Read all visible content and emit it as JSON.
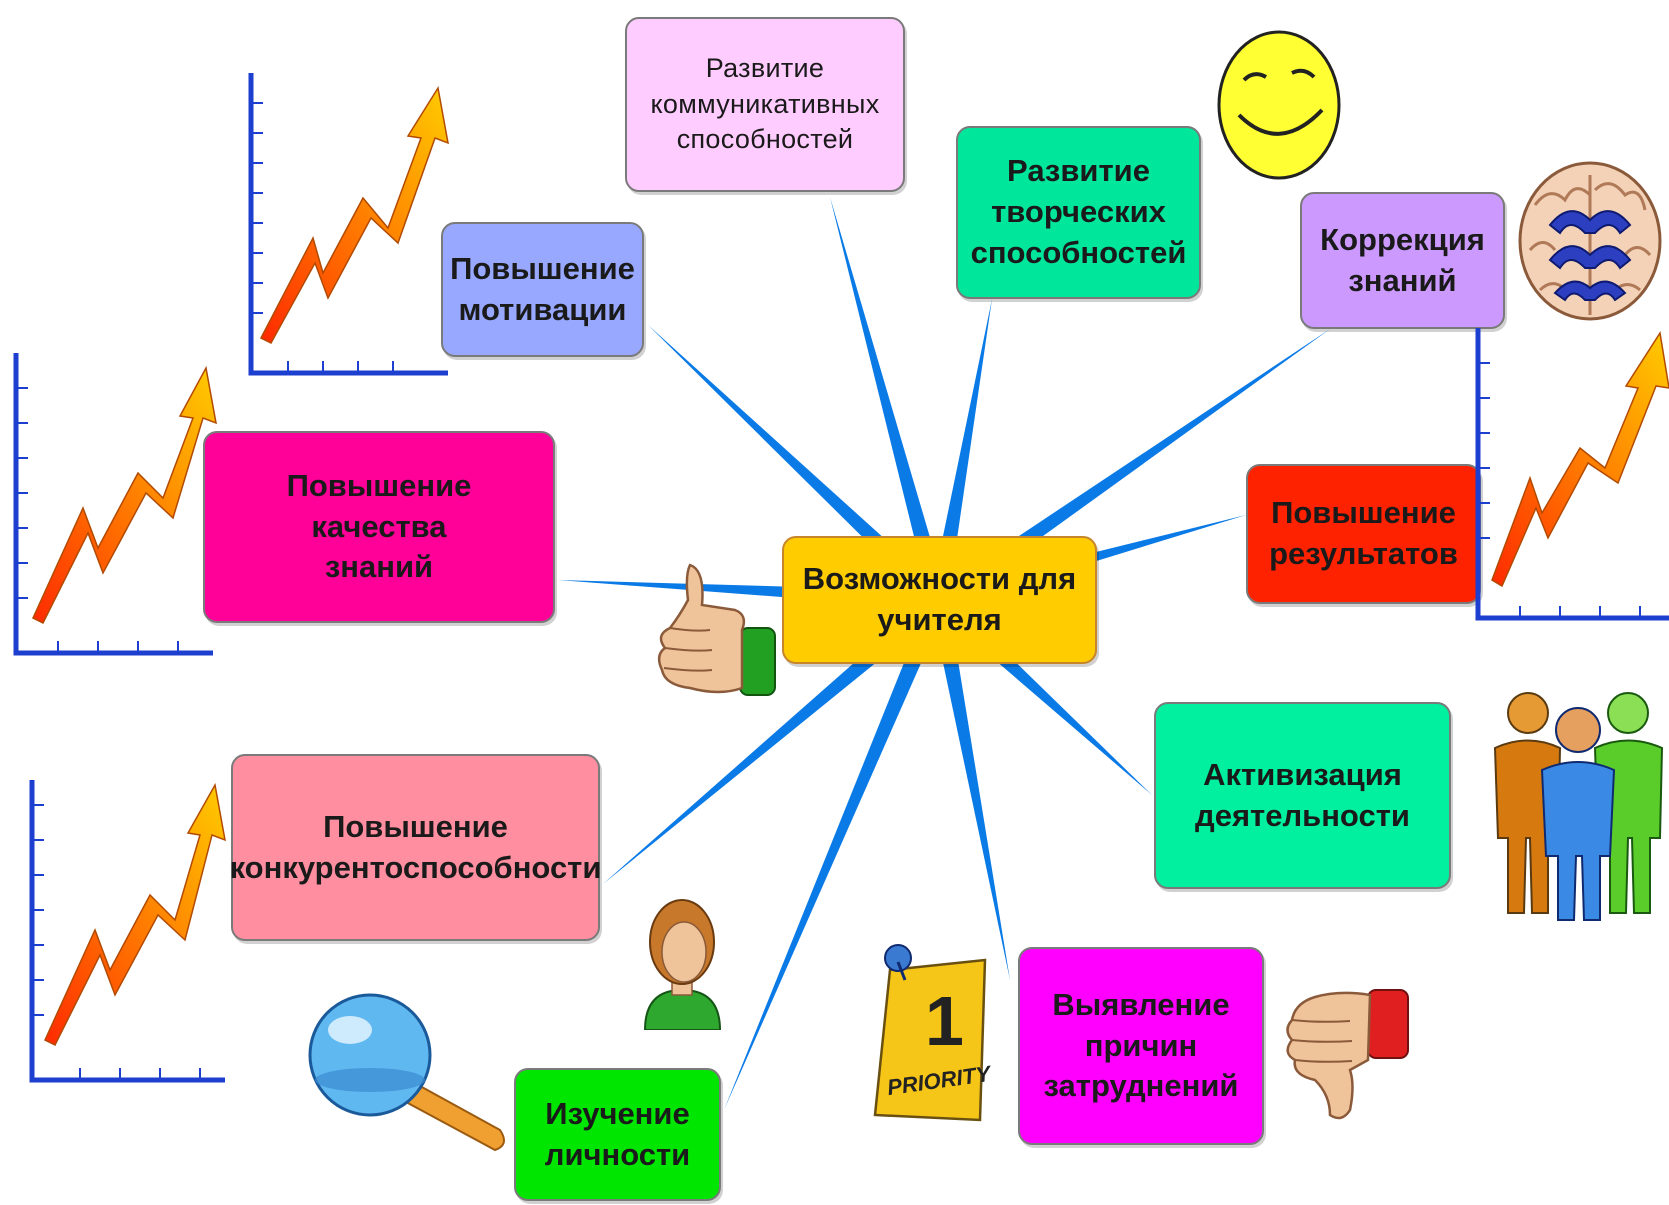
{
  "center": {
    "label": "Возможности для\nучителя",
    "color": "#ffcc00"
  },
  "nodes": [
    {
      "key": "communication",
      "label": "Развитие\nкоммуникативных\nспособностей",
      "color": "#ffccff"
    },
    {
      "key": "creative",
      "label": "Развитие\nтворческих\nспособностей",
      "color": "#00e69a"
    },
    {
      "key": "correction",
      "label": "Коррекция\nзнаний",
      "color": "#cc99ff"
    },
    {
      "key": "motivation",
      "label": "Повышение\nмотивации",
      "color": "#99a8ff"
    },
    {
      "key": "knowledge-quality",
      "label": "Повышение\nкачества\nзнаний",
      "color": "#ff0099"
    },
    {
      "key": "results",
      "label": "Повышение\nрезультатов",
      "color": "#ff2200"
    },
    {
      "key": "activation",
      "label": "Активизация\nдеятельности",
      "color": "#00f0a0"
    },
    {
      "key": "competitiveness",
      "label": "Повышение\nконкурентоспособности",
      "color": "#ff8fa0"
    },
    {
      "key": "difficulties",
      "label": "Выявление\nпричин\nзатруднений",
      "color": "#ff00ff"
    },
    {
      "key": "personality",
      "label": "Изучение\nличности",
      "color": "#00e600"
    }
  ],
  "clipart": {
    "priority_text": "PRIORITY",
    "priority_number": "1",
    "icons": [
      "smiley-icon",
      "brain-icon",
      "thumbs-up-icon",
      "thumbs-down-icon",
      "people-icon",
      "person-icon",
      "magnifier-icon",
      "priority-note-icon",
      "growth-chart-icon"
    ]
  },
  "colors": {
    "connector": "#0a7ae6",
    "axis": "#1c3fd0",
    "arrow_start": "#ff2a00",
    "arrow_end": "#ffcc00"
  }
}
